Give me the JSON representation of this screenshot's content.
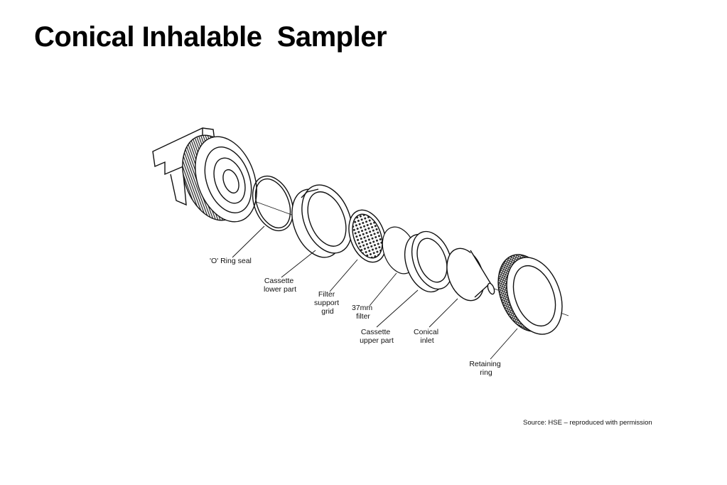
{
  "slide": {
    "title": "Conical Inhalable  Sampler",
    "source": "Source: HSE – reproduced with permission"
  },
  "diagram": {
    "labels": {
      "o_ring": [
        "'O' Ring seal"
      ],
      "cassette_lower": [
        "Cassette",
        "lower part"
      ],
      "filter_grid": [
        "Filter",
        "support",
        "grid"
      ],
      "filter_37mm": [
        "37mm",
        "filter"
      ],
      "cassette_upper": [
        "Cassette",
        "upper part"
      ],
      "conical_inlet": [
        "Conical",
        "inlet"
      ],
      "retaining_ring": [
        "Retaining",
        "ring"
      ]
    }
  }
}
